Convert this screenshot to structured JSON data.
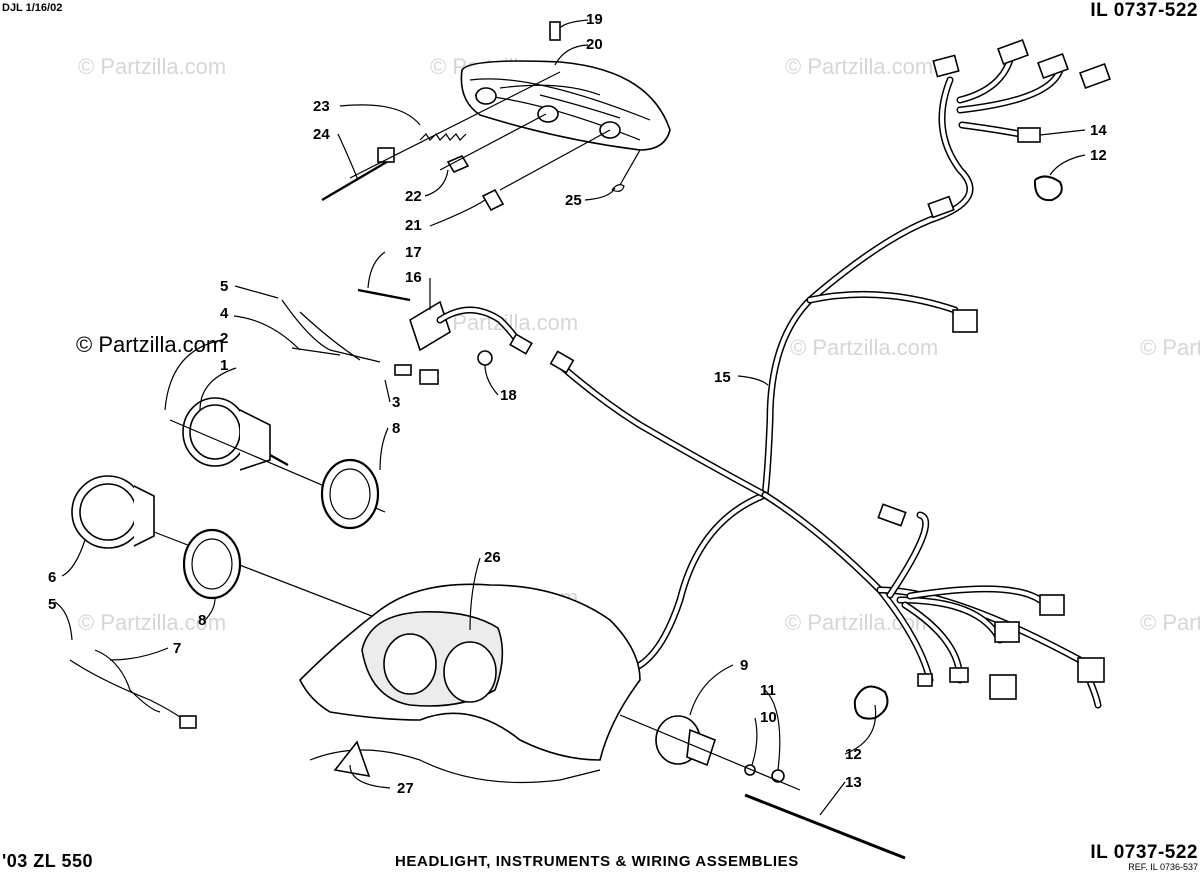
{
  "header": {
    "left_code": "DJL 1/16/02",
    "right_code": "IL 0737-522"
  },
  "footer": {
    "model": "'03 ZL 550",
    "title": "HEADLIGHT, INSTRUMENTS & WIRING ASSEMBLIES",
    "right_code": "IL 0737-522",
    "ref": "REF. IL 0736-537"
  },
  "watermark": {
    "text": "© Partzilla.com",
    "prominent_text": "© Partzilla.com"
  },
  "callouts": [
    "1",
    "2",
    "3",
    "4",
    "5",
    "6",
    "7",
    "8",
    "9",
    "10",
    "11",
    "12",
    "13",
    "14",
    "15",
    "16",
    "17",
    "18",
    "19",
    "20",
    "21",
    "22",
    "23",
    "24",
    "25",
    "26",
    "27",
    "5",
    "8",
    "12"
  ],
  "colors": {
    "ink": "#000000",
    "watermark": "#d6d6d6",
    "background": "#ffffff"
  }
}
